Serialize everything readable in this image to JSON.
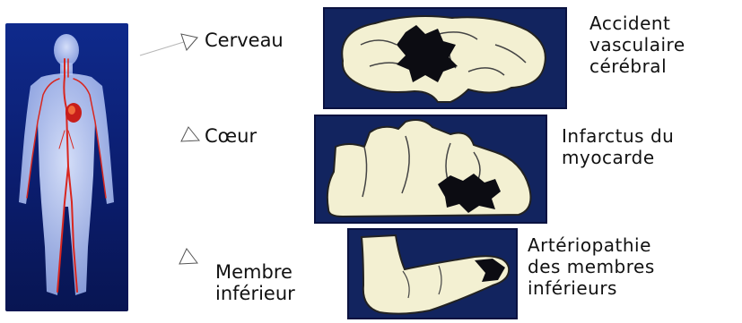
{
  "rows": [
    {
      "organ": "Cerveau",
      "disease": [
        "Accident",
        "vasculaire",
        "cérébral"
      ]
    },
    {
      "organ": "Cœur",
      "disease": [
        "Infarctus du",
        "myocarde"
      ]
    },
    {
      "organ_lines": [
        "Membre",
        "inférieur"
      ],
      "disease": [
        "Artériopathie",
        "des membres",
        "inférieurs"
      ]
    }
  ],
  "colors": {
    "panel": "#12245f",
    "organ_fill": "#f3f0d2",
    "lesion": "#0c0c12",
    "artery": "#d8261f"
  },
  "icons": [
    "human-body-icon",
    "brain-icon",
    "heart-icon",
    "foot-icon",
    "arrow-icon"
  ]
}
